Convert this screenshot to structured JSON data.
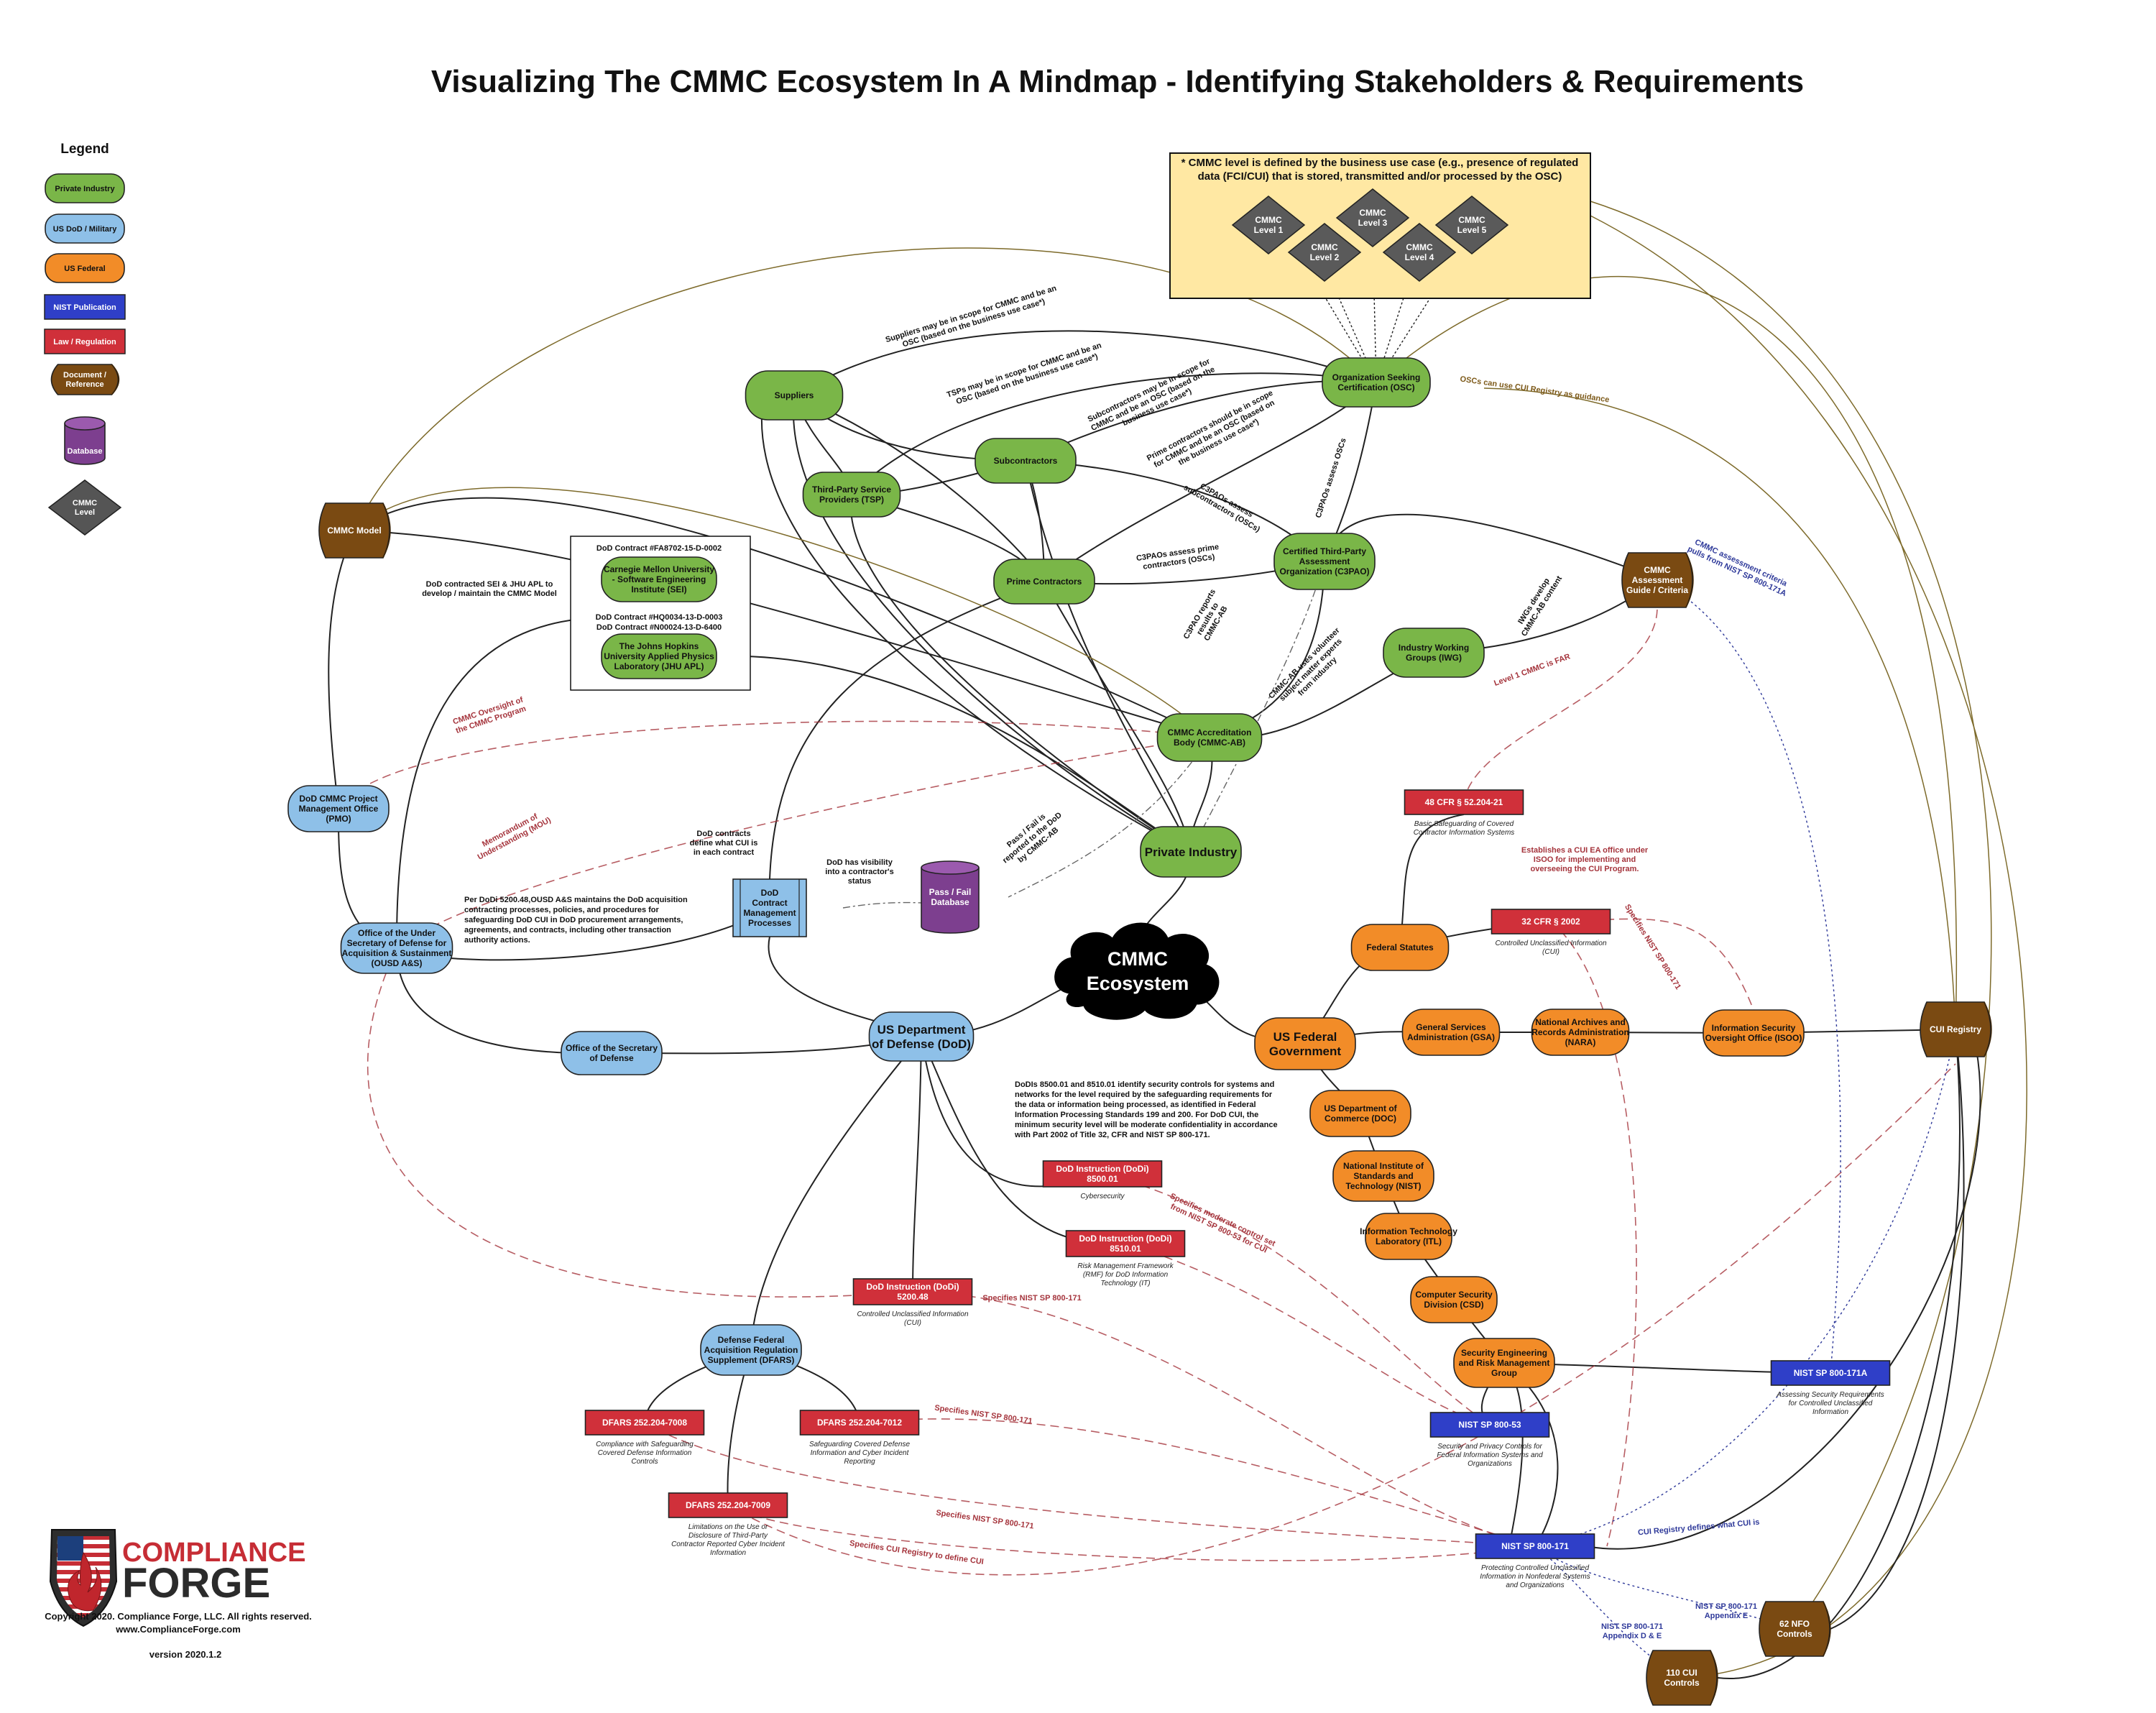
{
  "title": "Visualizing The CMMC Ecosystem In A Mindmap - Identifying Stakeholders & Requirements",
  "colors": {
    "private_industry": "#7ab648",
    "dod_military": "#8ec0e8",
    "us_federal": "#f28c28",
    "nist_publication": "#2f3fc8",
    "law_regulation": "#d0303a",
    "document_reference": "#7a4a12",
    "database": "#7d3f8f",
    "cmmc_level": "#555555",
    "level_box": "#ffe8a3",
    "edge_red": "#a5343c",
    "edge_blue": "#2f3a9a",
    "edge_brown": "#7d5a1a"
  },
  "legend": {
    "title": "Legend",
    "items": [
      {
        "label": "Private Industry",
        "kind": "private_industry"
      },
      {
        "label": "US DoD / Military",
        "kind": "dod_military"
      },
      {
        "label": "US Federal",
        "kind": "us_federal"
      },
      {
        "label": "NIST Publication",
        "kind": "nist_publication"
      },
      {
        "label": "Law / Regulation",
        "kind": "law_regulation"
      },
      {
        "label": "Document / Reference",
        "kind": "document_reference"
      },
      {
        "label": "Database",
        "kind": "database"
      },
      {
        "label": "CMMC Level",
        "kind": "cmmc_level"
      }
    ]
  },
  "level_box": {
    "text": [
      "* CMMC level is defined by the business use case (e.g., presence of regulated",
      "data (FCI/CUI) that is stored, transmitted and/or processed by the OSC)"
    ],
    "levels": [
      {
        "id": "lvl1",
        "label": [
          "CMMC",
          "Level 1"
        ]
      },
      {
        "id": "lvl2",
        "label": [
          "CMMC",
          "Level 2"
        ]
      },
      {
        "id": "lvl3",
        "label": [
          "CMMC",
          "Level 3"
        ]
      },
      {
        "id": "lvl4",
        "label": [
          "CMMC",
          "Level 4"
        ]
      },
      {
        "id": "lvl5",
        "label": [
          "CMMC",
          "Level 5"
        ]
      }
    ]
  },
  "contracts_box": {
    "contract1": "DoD Contract #FA8702-15-D-0002",
    "contract2": [
      "DoD Contract #HQ0034-13-D-0003",
      "DoD Contract #N00024-13-D-6400"
    ]
  },
  "nodes": [
    {
      "id": "suppliers",
      "kind": "private_industry",
      "label": [
        "Suppliers"
      ]
    },
    {
      "id": "tsp",
      "kind": "private_industry",
      "label": [
        "Third-Party Service",
        "Providers (TSP)"
      ]
    },
    {
      "id": "subs",
      "kind": "private_industry",
      "label": [
        "Subcontractors"
      ]
    },
    {
      "id": "prime",
      "kind": "private_industry",
      "label": [
        "Prime Contractors"
      ]
    },
    {
      "id": "osc",
      "kind": "private_industry",
      "label": [
        "Organization Seeking",
        "Certification (OSC)"
      ]
    },
    {
      "id": "c3pao",
      "kind": "private_industry",
      "label": [
        "Certified Third-Party",
        "Assessment",
        "Organization (C3PAO)"
      ]
    },
    {
      "id": "iwg",
      "kind": "private_industry",
      "label": [
        "Industry Working",
        "Groups (IWG)"
      ]
    },
    {
      "id": "cmmcab",
      "kind": "private_industry",
      "label": [
        "CMMC Accreditation",
        "Body (CMMC-AB)"
      ]
    },
    {
      "id": "private",
      "kind": "private_industry",
      "label": [
        "Private Industry"
      ]
    },
    {
      "id": "sei",
      "kind": "private_industry",
      "label": [
        "Carnegie Mellon University",
        "- Software Engineering",
        "Institute (SEI)"
      ]
    },
    {
      "id": "jhu",
      "kind": "private_industry",
      "label": [
        "The Johns Hopkins",
        "University Applied Physics",
        "Laboratory (JHU APL)"
      ]
    },
    {
      "id": "pmo",
      "kind": "dod_military",
      "label": [
        "DoD CMMC Project",
        "Management Office",
        "(PMO)"
      ]
    },
    {
      "id": "ousd",
      "kind": "dod_military",
      "label": [
        "Office of the Under",
        "Secretary of Defense for",
        "Acquisition & Sustainment",
        "(OUSD A&S)"
      ]
    },
    {
      "id": "osd",
      "kind": "dod_military",
      "label": [
        "Office of the Secretary",
        "of Defense"
      ]
    },
    {
      "id": "dod",
      "kind": "dod_military",
      "label": [
        "US Department",
        "of Defense (DoD)"
      ]
    },
    {
      "id": "dfars",
      "kind": "dod_military",
      "label": [
        "Defense Federal",
        "Acquisition Regulation",
        "Supplement (DFARS)"
      ]
    },
    {
      "id": "dodcp",
      "kind": "dod_military",
      "label": [
        "DoD",
        "Contract",
        "Management",
        "Processes"
      ]
    },
    {
      "id": "fedstat",
      "kind": "us_federal",
      "label": [
        "Federal Statutes"
      ]
    },
    {
      "id": "gsa",
      "kind": "us_federal",
      "label": [
        "General Services",
        "Administration (GSA)"
      ]
    },
    {
      "id": "nara",
      "kind": "us_federal",
      "label": [
        "National Archives and",
        "Records Administration",
        "(NARA)"
      ]
    },
    {
      "id": "isoo",
      "kind": "us_federal",
      "label": [
        "Information Security",
        "Oversight Office (ISOO)"
      ]
    },
    {
      "id": "usfed",
      "kind": "us_federal",
      "label": [
        "US Federal",
        "Government"
      ]
    },
    {
      "id": "doc",
      "kind": "us_federal",
      "label": [
        "US Department of",
        "Commerce (DOC)"
      ]
    },
    {
      "id": "nist",
      "kind": "us_federal",
      "label": [
        "National Institute of",
        "Standards and",
        "Technology (NIST)"
      ]
    },
    {
      "id": "itl",
      "kind": "us_federal",
      "label": [
        "Information Technology",
        "Laboratory (ITL)"
      ]
    },
    {
      "id": "csd",
      "kind": "us_federal",
      "label": [
        "Computer Security",
        "Division (CSD)"
      ]
    },
    {
      "id": "serm",
      "kind": "us_federal",
      "label": [
        "Security Engineering",
        "and Risk Management",
        "Group"
      ]
    },
    {
      "id": "cmmcmodel",
      "kind": "document_reference",
      "label": [
        "CMMC Model"
      ]
    },
    {
      "id": "cag",
      "kind": "document_reference",
      "label": [
        "CMMC",
        "Assessment",
        "Guide / Criteria"
      ]
    },
    {
      "id": "cuireg",
      "kind": "document_reference",
      "label": [
        "CUI Registry"
      ]
    },
    {
      "id": "nfo",
      "kind": "document_reference",
      "label": [
        "62 NFO",
        "Controls"
      ]
    },
    {
      "id": "cui110",
      "kind": "document_reference",
      "label": [
        "110 CUI",
        "Controls"
      ]
    },
    {
      "id": "passdb",
      "kind": "database",
      "label": [
        "Pass / Fail",
        "Database"
      ]
    },
    {
      "id": "far",
      "kind": "law_regulation",
      "label": [
        "48 CFR § 52.204-21"
      ],
      "sub": [
        "Basic Safeguarding of Covered",
        "Contractor Information Systems"
      ]
    },
    {
      "id": "cfr2002",
      "kind": "law_regulation",
      "label": [
        "32 CFR § 2002"
      ],
      "sub": [
        "Controlled Unclassified Information",
        "(CUI)"
      ]
    },
    {
      "id": "dodi8500",
      "kind": "law_regulation",
      "label": [
        "DoD Instruction (DoDi)",
        "8500.01"
      ],
      "sub": [
        "Cybersecurity"
      ]
    },
    {
      "id": "dodi8510",
      "kind": "law_regulation",
      "label": [
        "DoD Instruction (DoDi)",
        "8510.01"
      ],
      "sub": [
        "Risk Management Framework",
        "(RMF) for DoD Information",
        "Technology (IT)"
      ]
    },
    {
      "id": "dodi5200",
      "kind": "law_regulation",
      "label": [
        "DoD Instruction (DoDi)",
        "5200.48"
      ],
      "sub": [
        "Controlled Unclassified Information",
        "(CUI)"
      ]
    },
    {
      "id": "d7008",
      "kind": "law_regulation",
      "label": [
        "DFARS 252.204-7008"
      ],
      "sub": [
        "Compliance with Safeguarding",
        "Covered Defense Information",
        "Controls"
      ]
    },
    {
      "id": "d7012",
      "kind": "law_regulation",
      "label": [
        "DFARS 252.204-7012"
      ],
      "sub": [
        "Safeguarding Covered Defense",
        "Information and Cyber Incident",
        "Reporting"
      ]
    },
    {
      "id": "d7009",
      "kind": "law_regulation",
      "label": [
        "DFARS 252.204-7009"
      ],
      "sub": [
        "Limitations on the Use or",
        "Disclosure of Third-Party",
        "Contractor Reported Cyber Incident",
        "Information"
      ]
    },
    {
      "id": "sp80053",
      "kind": "nist_publication",
      "label": [
        "NIST SP 800-53"
      ],
      "sub": [
        "Security and Privacy Controls for",
        "Federal Information Systems and",
        "Organizations"
      ]
    },
    {
      "id": "sp800171",
      "kind": "nist_publication",
      "label": [
        "NIST SP 800-171"
      ],
      "sub": [
        "Protecting Controlled Unclassified",
        "Information in Nonfederal Systems",
        "and Organizations"
      ]
    },
    {
      "id": "sp800171a",
      "kind": "nist_publication",
      "label": [
        "NIST SP 800-171A"
      ],
      "sub": [
        "Assessing Security Requirements",
        "for Controlled Unclassified",
        "Information"
      ]
    },
    {
      "id": "eco",
      "kind": "ecosystem",
      "label": [
        "CMMC",
        "Ecosystem"
      ]
    }
  ],
  "edge_labels": [
    {
      "id": "e1",
      "style": "black",
      "text": [
        "Suppliers may be in scope for CMMC and be an",
        "OSC (based on the business use case*)"
      ]
    },
    {
      "id": "e2",
      "style": "black",
      "text": [
        "TSPs may be in scope for CMMC and be an",
        "OSC (based on the business use case*)"
      ]
    },
    {
      "id": "e3",
      "style": "black",
      "text": [
        "Subcontractors may be in scope for",
        "CMMC and be an OSC (based on the",
        "business use case*)"
      ]
    },
    {
      "id": "e4",
      "style": "black",
      "text": [
        "Prime contractors should be in scope",
        "for CMMC and be an OSC (based on",
        "the business use case*)"
      ]
    },
    {
      "id": "e5",
      "style": "black",
      "text": [
        "C3PAOs assess",
        "subcontractors (OSCs)"
      ]
    },
    {
      "id": "e6",
      "style": "black",
      "text": [
        "C3PAOs assess OSCs"
      ]
    },
    {
      "id": "e7",
      "style": "black",
      "text": [
        "C3PAOs assess prime",
        "contractors (OSCs)"
      ]
    },
    {
      "id": "e8",
      "style": "black",
      "text": [
        "C3PAO reports",
        "results to",
        "CMMC-AB"
      ]
    },
    {
      "id": "e9",
      "style": "black",
      "text": [
        "CMMC-AB uses volunteer",
        "subject matter experts",
        "from industry"
      ]
    },
    {
      "id": "e10",
      "style": "black",
      "text": [
        "IWGs develop",
        "CMMC-AB content"
      ]
    },
    {
      "id": "e11",
      "style": "black",
      "text": [
        "Pass / Fail is",
        "reported to the DoD",
        "by CMMC-AB"
      ]
    },
    {
      "id": "e12",
      "style": "black",
      "text": [
        "DoD contracted SEI & JHU APL to",
        "develop / maintain the CMMC Model"
      ]
    },
    {
      "id": "e13",
      "style": "black",
      "text": [
        "DoD contracts",
        "define what CUI is",
        "in each contract"
      ]
    },
    {
      "id": "e14",
      "style": "black",
      "text": [
        "DoD has visibility",
        "into a contractor's",
        "status"
      ]
    },
    {
      "id": "e15",
      "style": "red",
      "text": [
        "CMMC Oversight of",
        "the CMMC Program"
      ]
    },
    {
      "id": "e16",
      "style": "red",
      "text": [
        "Memorandum of",
        "Understanding (MOU)"
      ]
    },
    {
      "id": "e17",
      "style": "brown",
      "text": [
        "OSCs can use CUI Registry as guidance"
      ]
    },
    {
      "id": "e18",
      "style": "blue",
      "text": [
        "CMMC assessment criteria",
        "pulls from NIST SP 800-171A"
      ]
    },
    {
      "id": "e19",
      "style": "red",
      "text": [
        "Level 1 CMMC is FAR"
      ]
    },
    {
      "id": "e20",
      "style": "red",
      "text": [
        "Establishes a CUI EA office under",
        "ISOO for implementing and",
        "overseeing the CUI Program."
      ]
    },
    {
      "id": "e21",
      "style": "red",
      "text": [
        "Specifies NIST SP 800-171"
      ]
    },
    {
      "id": "e22",
      "style": "red",
      "text": [
        "Specifies moderate control set",
        "from NIST SP 800-53 for CUI"
      ]
    },
    {
      "id": "e23",
      "style": "red",
      "text": [
        "Specifies NIST SP 800-171"
      ]
    },
    {
      "id": "e24",
      "style": "red",
      "text": [
        "Specifies NIST SP 800-171"
      ]
    },
    {
      "id": "e25",
      "style": "red",
      "text": [
        "Specifies NIST SP 800-171"
      ]
    },
    {
      "id": "e26",
      "style": "red",
      "text": [
        "Specifies CUI Registry to define CUI"
      ]
    },
    {
      "id": "e27",
      "style": "blue",
      "text": [
        "CUI Registry defines what CUI is"
      ]
    },
    {
      "id": "e28",
      "style": "blue",
      "text": [
        "NIST SP 800-171",
        "Appendix E"
      ]
    },
    {
      "id": "e29",
      "style": "blue",
      "text": [
        "NIST SP 800-171",
        "Appendix D & E"
      ]
    }
  ],
  "notes": {
    "ousd_note": [
      "Per DoDi 5200.48,OUSD A&S maintains the DoD acquisition",
      "contracting processes, policies, and procedures for",
      "safeguarding DoD CUI in DoD procurement arrangements,",
      "agreements, and contracts, including other transaction",
      "authority actions."
    ],
    "dodi_note": [
      "DoDIs 8500.01 and 8510.01 identify security controls for systems and",
      "networks for the level required by the safeguarding requirements for",
      "the data or information being processed, as identified in Federal",
      "Information Processing Standards 199 and 200. For DoD CUI, the",
      "minimum security level will be moderate confidentiality in accordance",
      "with Part 2002 of Title 32, CFR and NIST SP 800-171."
    ]
  },
  "footer": {
    "brand_top": "COMPLIANCE",
    "brand_bottom": "FORGE",
    "copyright": "Copyright 2020. Compliance Forge, LLC. All rights reserved.",
    "website": "www.ComplianceForge.com",
    "version": "version 2020.1.2"
  }
}
